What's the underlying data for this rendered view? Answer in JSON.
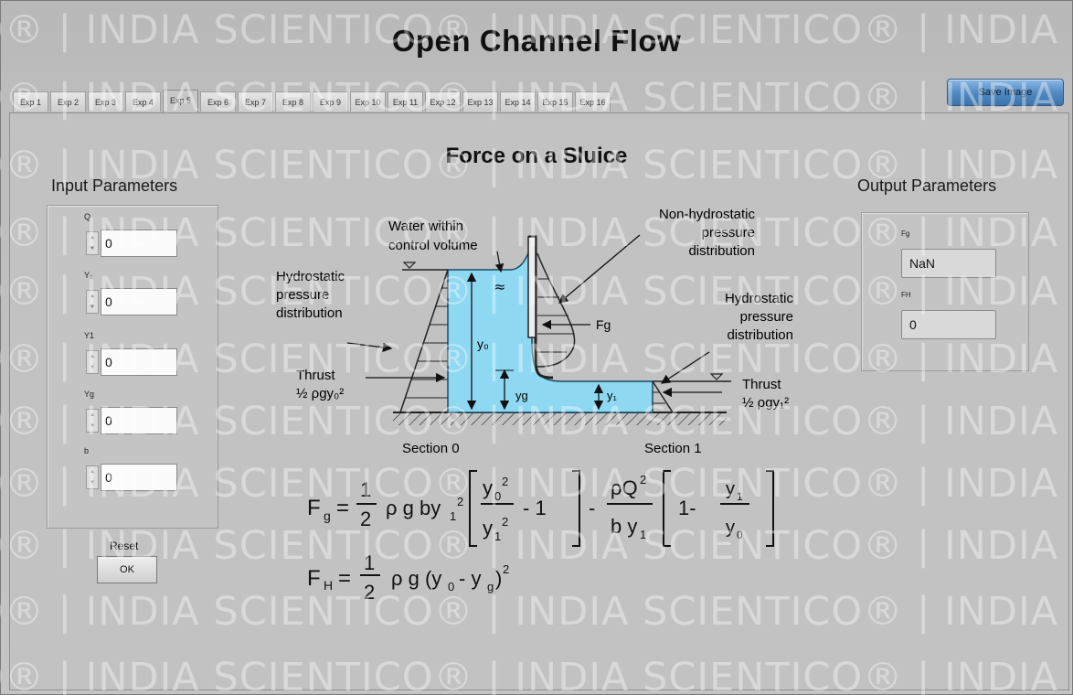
{
  "app": {
    "title": "Open Channel Flow",
    "save_image_label": "Save Image"
  },
  "tabs": [
    "Exp 1",
    "Exp 2",
    "Exp 3",
    "Exp 4",
    "Exp 5",
    "Exp 6",
    "Exp 7",
    "Exp 8",
    "Exp 9",
    "Exp 10",
    "Exp 11",
    "Exp 12",
    "Exp 13",
    "Exp 14",
    "Exp 15",
    "Exp 16"
  ],
  "active_tab": "Exp 5",
  "section_title": "Force on a Sluice",
  "inputs": {
    "title": "Input Parameters",
    "fields": [
      {
        "label": "Q",
        "value": "0"
      },
      {
        "label": "Y₀",
        "value": "0"
      },
      {
        "label": "Y1",
        "value": "0"
      },
      {
        "label": "Yg",
        "value": "0"
      },
      {
        "label": "b",
        "value": "0"
      }
    ],
    "reset_label": "Reset",
    "ok_label": "OK"
  },
  "outputs": {
    "title": "Output Parameters",
    "fields": [
      {
        "label": "Fg",
        "value": "NaN"
      },
      {
        "label": "FH",
        "value": "0"
      }
    ]
  },
  "diagram": {
    "water_label_1": "Water within",
    "water_label_2": "control volume",
    "nonhydro_1": "Non-hydrostatic",
    "nonhydro_2": "pressure",
    "nonhydro_3": "distribution",
    "hydro_left_1": "Hydrostatic",
    "hydro_left_2": "pressure",
    "hydro_left_3": "distribution",
    "hydro_right_1": "Hydrostatic",
    "hydro_right_2": "pressure",
    "hydro_right_3": "distribution",
    "thrust_left_1": "Thrust",
    "thrust_left_2": "½ ρgy₀²",
    "thrust_right_1": "Thrust",
    "thrust_right_2": "½ ρgy₁²",
    "fg": "Fg",
    "y0": "y₀",
    "yg": "yg",
    "y1": "y₁",
    "section0": "Section 0",
    "section1": "Section 1"
  },
  "watermark": "O® | INDIA SCIENTICO® | INDIA SCIENTICO® | INDIA SCIENTICO® | INDIA",
  "colors": {
    "water": "#8fd8f2",
    "button_blue": "#4f87bf",
    "panel": "#c2c2c2"
  }
}
